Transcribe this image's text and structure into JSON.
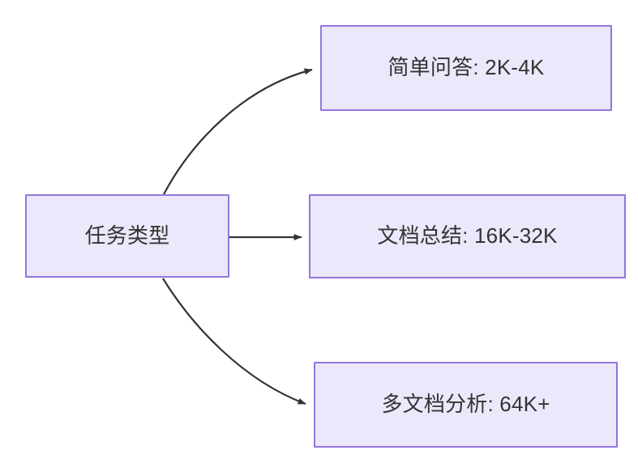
{
  "diagram": {
    "type": "flowchart",
    "direction": "left-to-right",
    "background_color": "#ffffff",
    "node_fill_color": "#eae8fa",
    "node_border_color": "#9575de",
    "node_text_color": "#333333",
    "edge_color": "#333333",
    "title": "",
    "nodes": [
      {
        "id": "root",
        "label": "任务类型",
        "role": "root"
      },
      {
        "id": "simple-qa",
        "label": "简单问答: 2K-4K",
        "role": "leaf"
      },
      {
        "id": "doc-summary",
        "label": "文档总结: 16K-32K",
        "role": "leaf"
      },
      {
        "id": "multi-doc",
        "label": "多文档分析: 64K+",
        "role": "leaf"
      }
    ],
    "edges": [
      {
        "id": "edge-root-simple-qa",
        "from": "root",
        "to": "simple-qa",
        "label": "",
        "style": "curved-arrow"
      },
      {
        "id": "edge-root-doc-summary",
        "from": "root",
        "to": "doc-summary",
        "label": "",
        "style": "straight-arrow"
      },
      {
        "id": "edge-root-multi-doc",
        "from": "root",
        "to": "multi-doc",
        "label": "",
        "style": "curved-arrow"
      }
    ]
  }
}
